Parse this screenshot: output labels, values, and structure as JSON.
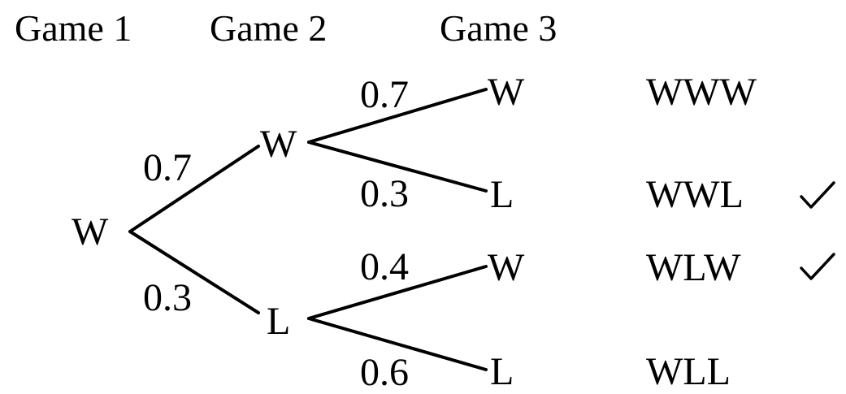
{
  "headers": [
    "Game 1",
    "Game 2",
    "Game 3"
  ],
  "root": "W",
  "level1": [
    {
      "label": "W",
      "prob": "0.7"
    },
    {
      "label": "L",
      "prob": "0.3"
    }
  ],
  "level2": [
    {
      "label": "W",
      "prob": "0.7"
    },
    {
      "label": "L",
      "prob": "0.3"
    },
    {
      "label": "W",
      "prob": "0.4"
    },
    {
      "label": "L",
      "prob": "0.6"
    }
  ],
  "outcomes": [
    {
      "text": "WWW",
      "checked": false
    },
    {
      "text": "WWL",
      "checked": true
    },
    {
      "text": "WLW",
      "checked": true
    },
    {
      "text": "WLL",
      "checked": false
    }
  ],
  "icons": {
    "check": "check-icon"
  },
  "colors": {
    "ink": "#000000",
    "background": "#ffffff"
  }
}
